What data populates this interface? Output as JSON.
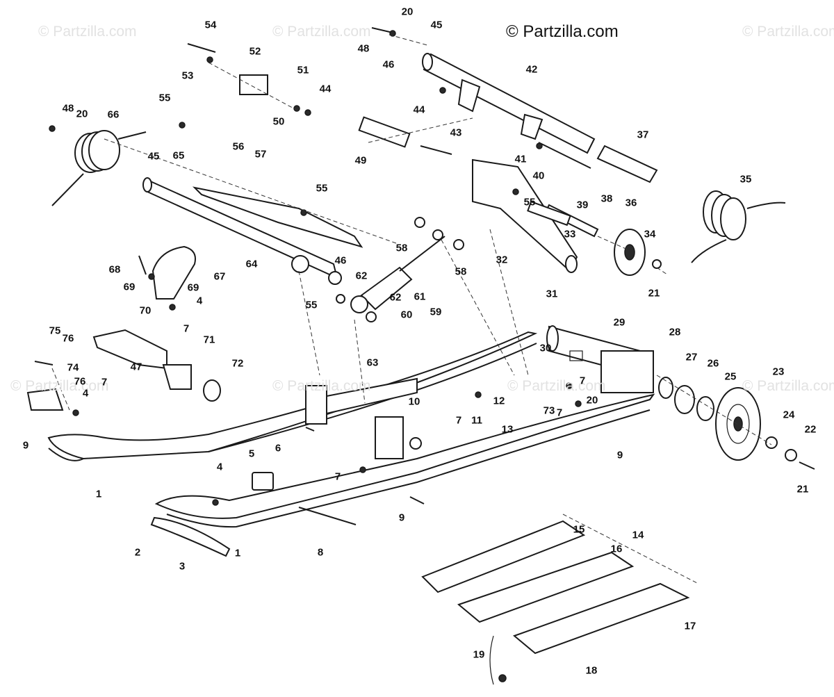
{
  "copyright": "© Partzilla.com",
  "watermarks": [
    "© Partzilla.com",
    "© Partzilla.com",
    "© Partzilla.com",
    "© Partzilla.com",
    "© Partzilla.com",
    "© Partzilla.com",
    "© Partzilla.com"
  ],
  "labels": [
    "1",
    "1",
    "2",
    "3",
    "4",
    "4",
    "4",
    "5",
    "6",
    "7",
    "7",
    "7",
    "7",
    "7",
    "7",
    "8",
    "9",
    "9",
    "9",
    "10",
    "11",
    "12",
    "13",
    "14",
    "15",
    "16",
    "17",
    "18",
    "19",
    "20",
    "20",
    "20",
    "21",
    "21",
    "22",
    "23",
    "24",
    "25",
    "26",
    "27",
    "28",
    "29",
    "30",
    "31",
    "32",
    "33",
    "34",
    "35",
    "36",
    "37",
    "38",
    "39",
    "40",
    "41",
    "42",
    "43",
    "44",
    "44",
    "45",
    "45",
    "46",
    "46",
    "47",
    "48",
    "48",
    "49",
    "50",
    "51",
    "52",
    "53",
    "54",
    "55",
    "55",
    "55",
    "55",
    "56",
    "57",
    "58",
    "58",
    "59",
    "60",
    "61",
    "62",
    "62",
    "63",
    "64",
    "65",
    "66",
    "67",
    "68",
    "69",
    "69",
    "70",
    "71",
    "72",
    "73",
    "74",
    "75",
    "76",
    "76"
  ]
}
